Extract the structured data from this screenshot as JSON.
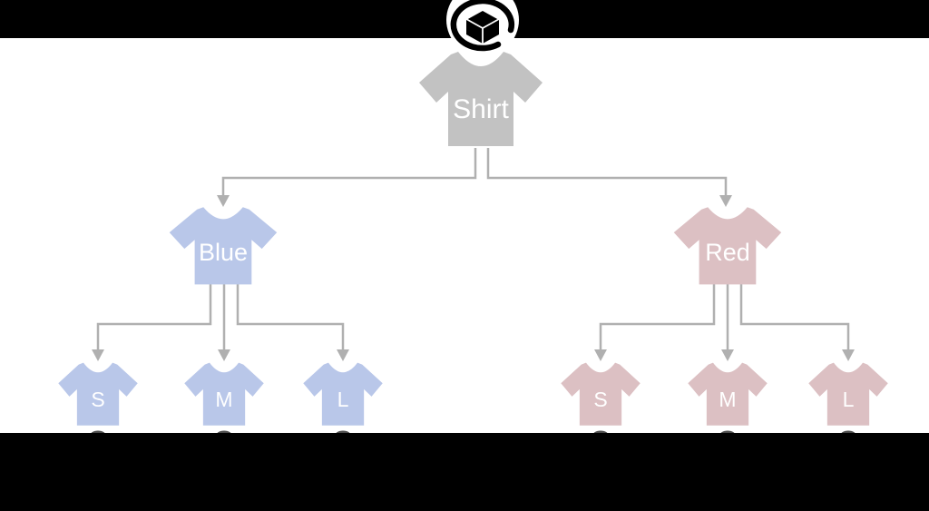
{
  "tree": {
    "root": {
      "label": "Shirt"
    },
    "children": [
      {
        "label": "Blue",
        "children": [
          {
            "label": "S"
          },
          {
            "label": "M"
          },
          {
            "label": "L"
          }
        ]
      },
      {
        "label": "Red",
        "children": [
          {
            "label": "S"
          },
          {
            "label": "M"
          },
          {
            "label": "L"
          }
        ]
      }
    ]
  },
  "colors": {
    "root_fill": "#c2c2c2",
    "blue_fill": "#b9c7e9",
    "red_fill": "#dcc0c3",
    "connector": "#b0b0b0",
    "label_text": "#ffffff",
    "bar": "#000000",
    "artifact": "#4d4d4d",
    "logo_ink": "#000000",
    "logo_bg": "#ffffff"
  },
  "logo": {
    "icon": "cube-in-circle-icon"
  }
}
